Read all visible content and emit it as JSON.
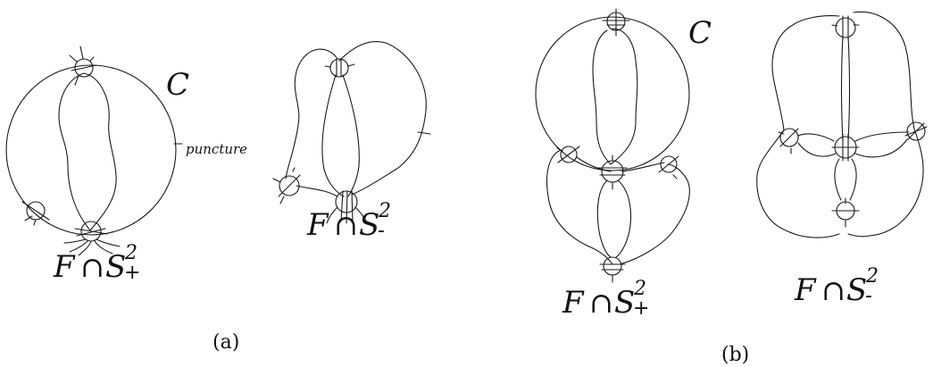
{
  "panel_a": {
    "circle_label": "C",
    "puncture_label": "puncture",
    "left_caption": {
      "f": "F",
      "cap": "∩",
      "s": "S",
      "sup": "2",
      "sub": "+"
    },
    "right_caption": {
      "f": "F",
      "cap": "∩",
      "s": "S",
      "sup": "2",
      "sub": "-"
    },
    "panel_label": "(a)"
  },
  "panel_b": {
    "circle_label": "C",
    "left_caption": {
      "f": "F",
      "cap": "∩",
      "s": "S",
      "sup": "2",
      "sub": "+"
    },
    "right_caption": {
      "f": "F",
      "cap": "∩",
      "s": "S",
      "sup": "2",
      "sub": "-"
    },
    "panel_label": "(b)"
  }
}
